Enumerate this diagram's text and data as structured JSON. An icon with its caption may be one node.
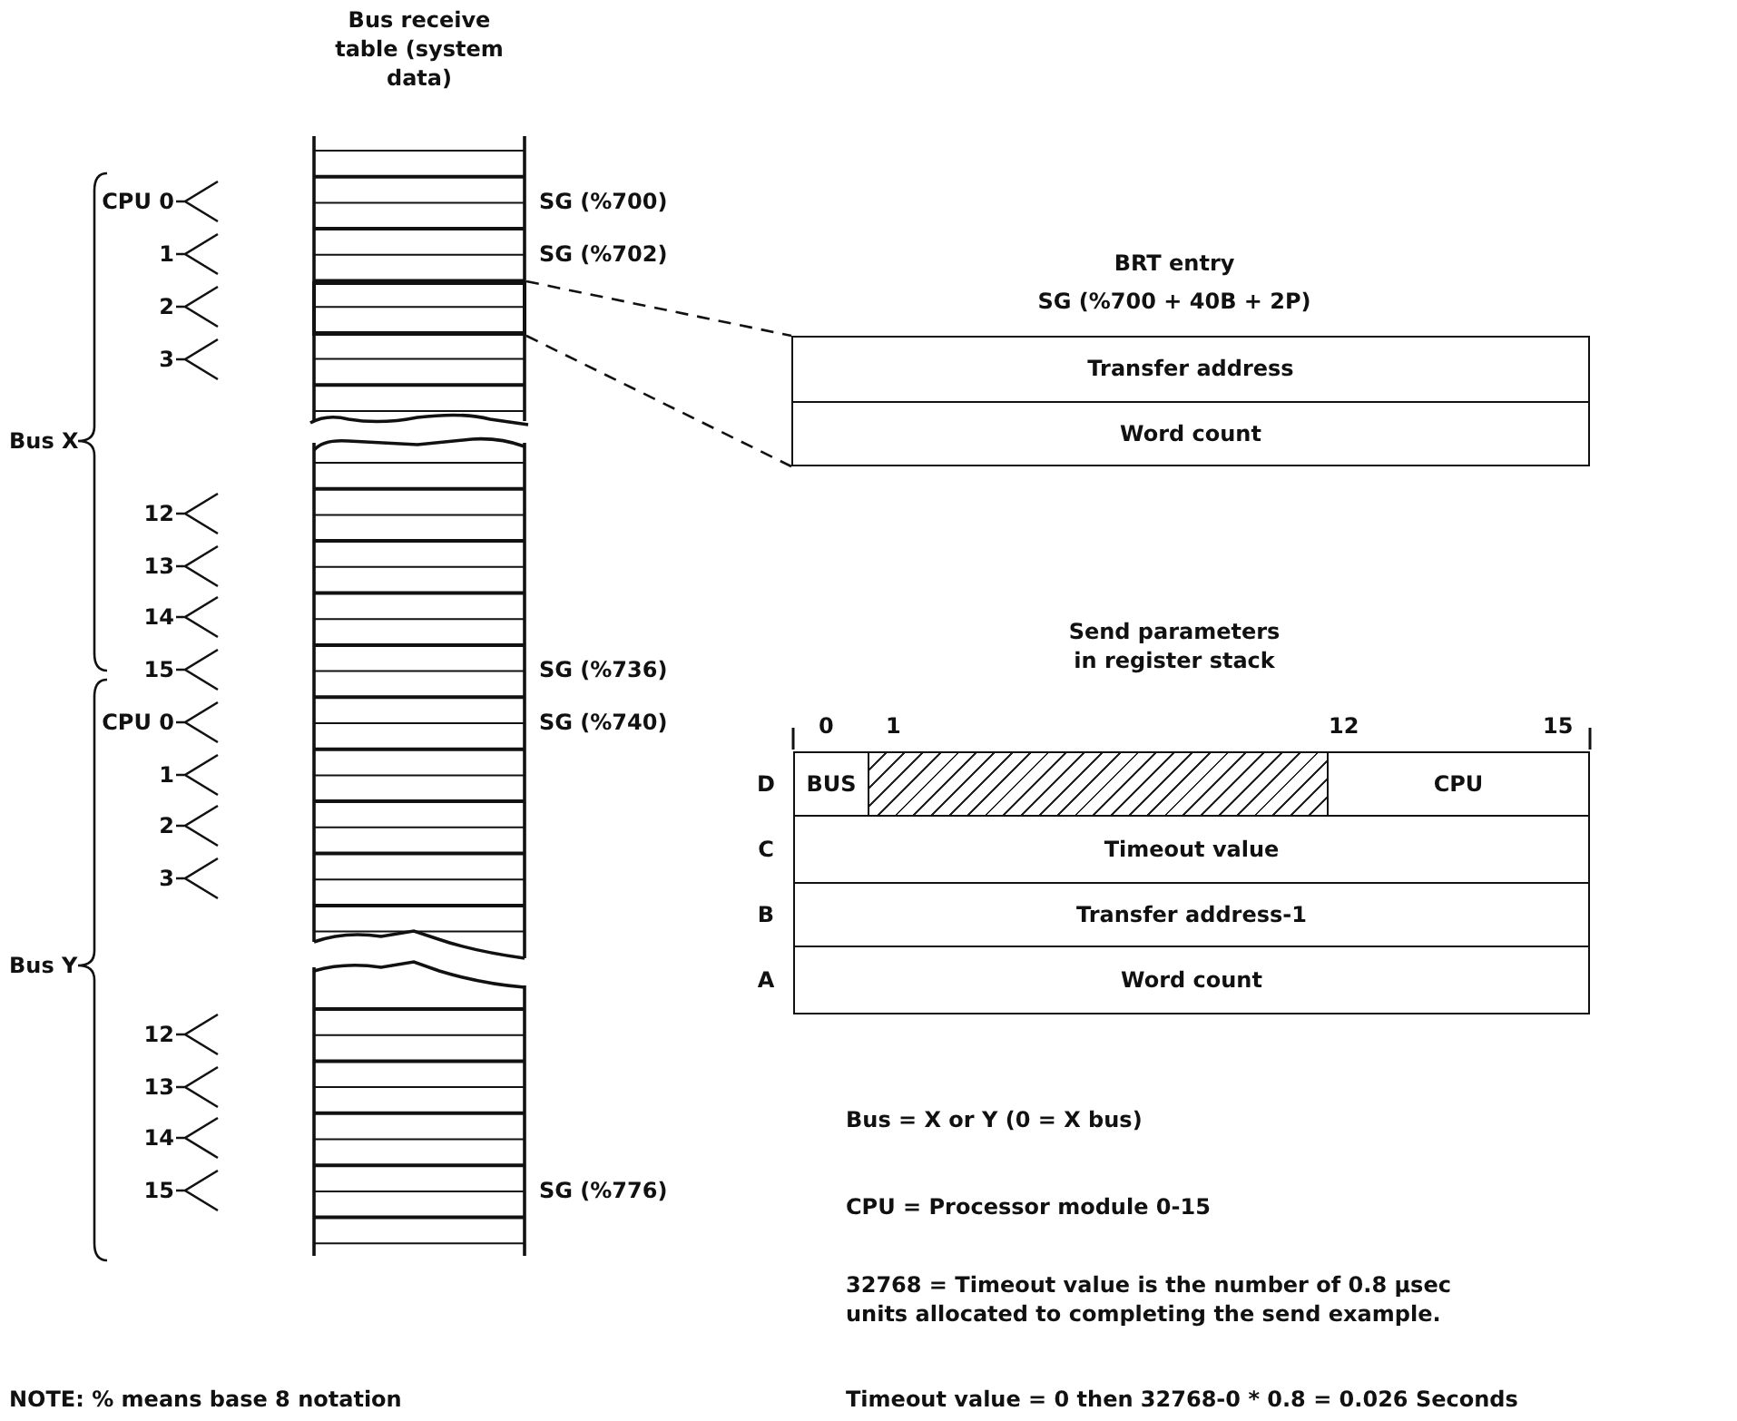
{
  "diagram": {
    "nodes": [
      {
        "text": [],
        "shape": "box"
      },
      {
        "text": [],
        "shape": "box",
        "in": 0
      },
      {
        "text": [],
        "shape": "box"
      },
      {
        "text": [
          "Transfer address"
        ],
        "in": 2
      },
      {
        "text": [
          "Word count"
        ],
        "in": 2
      },
      {
        "text": [],
        "shape": "box"
      },
      {
        "text": [
          "BUS"
        ],
        "in": 5
      },
      {
        "text": [],
        "shape": "box",
        "in": 5
      },
      {
        "text": [
          "CPU"
        ],
        "in": 5
      },
      {
        "text": [
          "Timeout value"
        ],
        "in": 5
      },
      {
        "text": [
          "Transfer address-1"
        ],
        "in": 5
      },
      {
        "text": [
          "Word count"
        ],
        "in": 5
      }
    ],
    "edges": [
      {
        "from": 1,
        "to": 2,
        "arrow": "none",
        "style": "dashed"
      },
      {
        "from": 1,
        "to": 2,
        "arrow": "none",
        "style": "dashed"
      }
    ],
    "labels": [
      "Bus receive table (system data)",
      "CPU 0",
      "1",
      "2",
      "3",
      "SG (%700)",
      "SG (%702)",
      "BRT entry",
      "SG (%700 + 40B + 2P)",
      "Bus X",
      "12",
      "13",
      "14",
      "15",
      "SG (%736)",
      "CPU 0",
      "SG (%740)",
      "1",
      "2",
      "3",
      "Send parameters in register stack",
      "0",
      "1",
      "12",
      "15",
      "D",
      "C",
      "B",
      "A",
      "Bus Y",
      "12",
      "13",
      "14",
      "15",
      "SG (%776)",
      "Bus = X or Y (0 = X bus)",
      "CPU = Processor module 0-15",
      "32768 = Timeout value is the number of 0.8 μsec units allocated to completing the send example.",
      "NOTE: % means base 8 notation",
      "Timeout value = 0 then 32768-0 * 0.8 = 0.026 Seconds"
    ]
  }
}
